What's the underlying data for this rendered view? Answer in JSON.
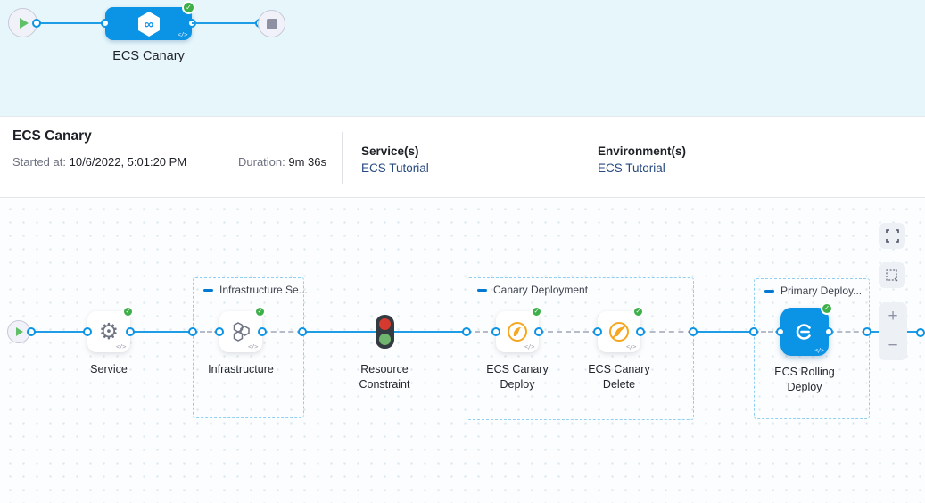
{
  "glyphs": {
    "check": "✓",
    "code": "</>",
    "infinity": "∞"
  },
  "colors": {
    "accent_blue": "#0b93e5",
    "success_green": "#3db04a",
    "canary_amber": "#f6a71f",
    "link_blue": "#274a7f",
    "stop_red": "#d63a2e",
    "go_green": "#6fb56e",
    "banner_bg": "#e6f6fb"
  },
  "banner": {
    "stage_label": "ECS Canary",
    "start_icon": "play-icon",
    "end_icon": "stop-icon",
    "stage_icon": "harness-cd-hexagon-icon",
    "status": "success"
  },
  "header": {
    "title": "ECS Canary",
    "started_label": "Started at:",
    "started_value": "10/6/2022, 5:01:20 PM",
    "duration_label": "Duration:",
    "duration_value": "9m 36s",
    "services_label": "Service(s)",
    "services_link": "ECS Tutorial",
    "environments_label": "Environment(s)",
    "environments_link": "ECS Tutorial"
  },
  "canvas": {
    "start_icon": "play-icon",
    "groups": [
      {
        "label": "Infrastructure Se...",
        "collapse_icon": "minus-icon"
      },
      {
        "label": "Canary Deployment",
        "collapse_icon": "minus-icon"
      },
      {
        "label": "Primary Deploy...",
        "collapse_icon": "minus-icon"
      }
    ],
    "nodes": [
      {
        "label": "Service",
        "icon": "gear-icon",
        "status": "success"
      },
      {
        "label": "Infrastructure",
        "icon": "hexagon-cluster-icon",
        "status": "success"
      },
      {
        "label": "Resource Constraint",
        "icon": "traffic-light-icon",
        "status": "none"
      },
      {
        "label": "ECS Canary Deploy",
        "icon": "canary-bird-icon",
        "status": "success"
      },
      {
        "label": "ECS Canary Delete",
        "icon": "canary-bird-slash-icon",
        "status": "success"
      },
      {
        "label": "ECS Rolling Deploy",
        "icon": "ecs-rolling-icon",
        "status": "success"
      }
    ],
    "controls": {
      "fullscreen_icon": "expand-icon",
      "marquee_icon": "selection-box-icon",
      "zoom_in_label": "+",
      "zoom_out_label": "−"
    }
  }
}
